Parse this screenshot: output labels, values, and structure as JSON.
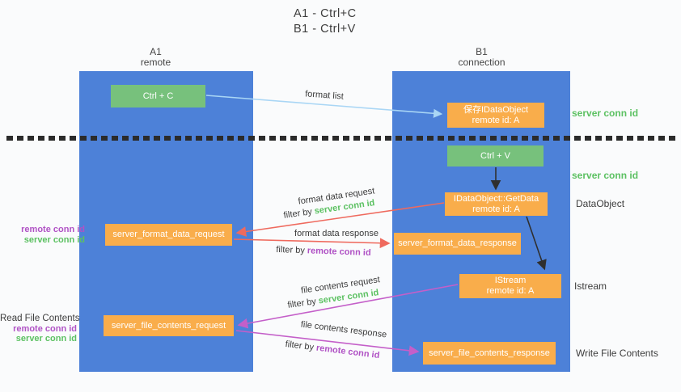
{
  "title": {
    "line1": "A1 - Ctrl+C",
    "line2": "B1 - Ctrl+V"
  },
  "lifelines": {
    "left": {
      "name": "A1",
      "role": "remote"
    },
    "right": {
      "name": "B1",
      "role": "connection"
    }
  },
  "nodes": {
    "ctrl_c": {
      "label": "Ctrl + C"
    },
    "ctrl_v": {
      "label": "Ctrl + V"
    },
    "save_idataobject": {
      "line1": "保存IDataObject",
      "line2": "remote id: A"
    },
    "getdata": {
      "line1": "IDataObject::GetData",
      "line2": "remote id: A"
    },
    "istream": {
      "line1": "IStream",
      "line2": "remote id: A"
    },
    "server_format_data_request": {
      "label": "server_format_data_request"
    },
    "server_format_data_response": {
      "label": "server_format_data_response"
    },
    "server_file_contents_request": {
      "label": "server_file_contents_request"
    },
    "server_file_contents_response": {
      "label": "server_file_contents_response"
    }
  },
  "arrows": {
    "format_list": {
      "label": "format list"
    },
    "format_data_request": {
      "label": "format data request",
      "filter_prefix": "filter by ",
      "filter_key": "server conn id"
    },
    "format_data_response": {
      "label": "format data response",
      "filter_prefix": "filter by ",
      "filter_key": "remote conn id"
    },
    "file_contents_request": {
      "label": "file contents request",
      "filter_prefix": "filter by ",
      "filter_key": "server conn id"
    },
    "file_contents_response": {
      "label": "file contents response",
      "filter_prefix": "filter by ",
      "filter_key": "remote conn id"
    }
  },
  "annotations": {
    "server_conn_id_top": "server conn id",
    "server_conn_id_mid": "server conn id",
    "dataobject": "DataObject",
    "istream": "Istream",
    "write_file_contents": "Write File Contents",
    "read_file_contents": "Read File Contents",
    "format_remote_conn_id": "remote conn id",
    "format_server_conn_id": "server conn id",
    "file_remote_conn_id": "remote conn id",
    "file_server_conn_id": "server conn id"
  },
  "colors": {
    "column_blue": "#4d81d8",
    "node_green": "#77c17c",
    "node_orange": "#f9ad4b",
    "key_green": "#5cc162",
    "key_purple": "#b052c5",
    "arrow_red": "#ef6a5e",
    "arrow_magenta": "#c45fc9",
    "arrow_light_blue": "#a9d6f5",
    "arrow_black": "#2f2f2f"
  }
}
